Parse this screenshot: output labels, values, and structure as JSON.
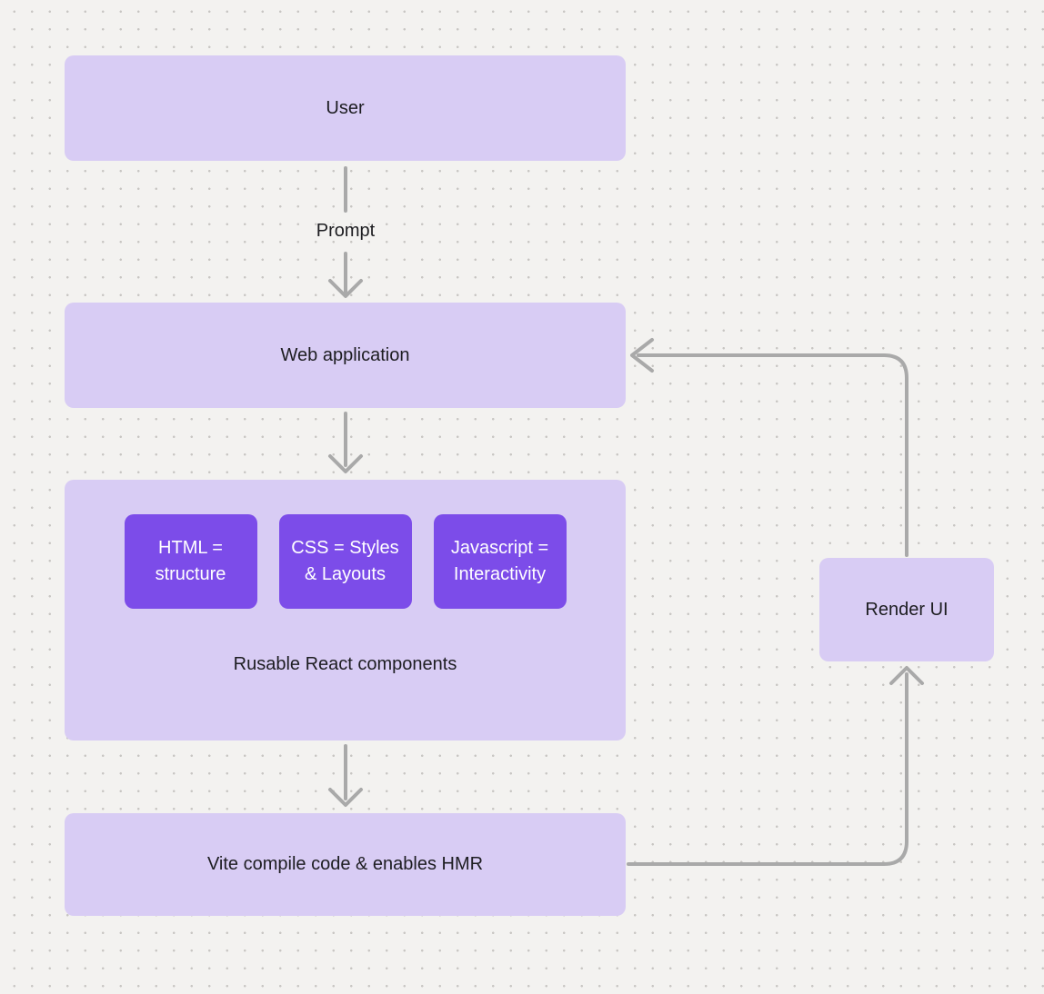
{
  "diagram": {
    "nodes": {
      "user": {
        "label": "User"
      },
      "web_application": {
        "label": "Web application"
      },
      "components_group": {
        "label": "Rusable React components",
        "children": [
          {
            "label": "HTML = structure"
          },
          {
            "label": "CSS = Styles & Layouts"
          },
          {
            "label": "Javascript = Interactivity"
          }
        ]
      },
      "vite": {
        "label": "Vite compile code & enables HMR"
      },
      "render_ui": {
        "label": "Render UI"
      }
    },
    "edges": [
      {
        "from": "User",
        "to": "Web application",
        "label": "Prompt"
      },
      {
        "from": "Web application",
        "to": "Rusable React components",
        "label": ""
      },
      {
        "from": "Rusable React components",
        "to": "Vite compile code & enables HMR",
        "label": ""
      },
      {
        "from": "Vite compile code & enables HMR",
        "to": "Render UI",
        "label": ""
      },
      {
        "from": "Render UI",
        "to": "Web application",
        "label": ""
      }
    ],
    "colors": {
      "background": "#f3f2f0",
      "grid_dot": "#c8c6c3",
      "node_fill": "#d8ccf4",
      "child_node_fill": "#7c4ce9",
      "node_text": "#1d1d21",
      "child_node_text": "#ffffff",
      "arrow": "#a9a9a9"
    }
  }
}
